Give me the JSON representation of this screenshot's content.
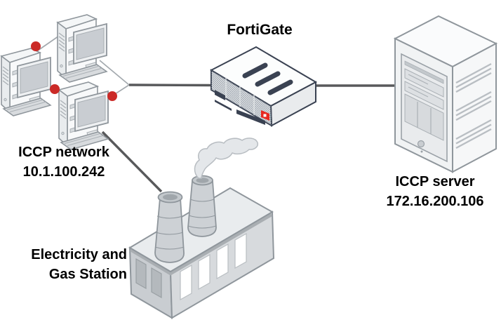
{
  "diagram": {
    "nodes": {
      "network": {
        "label": "ICCP network",
        "ip": "10.1.100.242"
      },
      "firewall": {
        "label": "FortiGate"
      },
      "server": {
        "label": "ICCP server",
        "ip": "172.16.200.106"
      },
      "station": {
        "label_line1": "Electricity and",
        "label_line2": "Gas Station"
      }
    },
    "links": [
      {
        "from": "ICCP network",
        "to": "FortiGate"
      },
      {
        "from": "FortiGate",
        "to": "ICCP server"
      },
      {
        "from": "ICCP network",
        "to": "Electricity and Gas Station"
      }
    ],
    "colors": {
      "node_dot_red": "#cb2a27",
      "fortigate_logo_red": "#e8271f",
      "fortigate_outline": "#3a4252",
      "device_outline": "#8f969c",
      "link_thick": "#58595b",
      "link_thin": "#a3a9ae",
      "text": "#000000",
      "background": "#ffffff"
    }
  }
}
